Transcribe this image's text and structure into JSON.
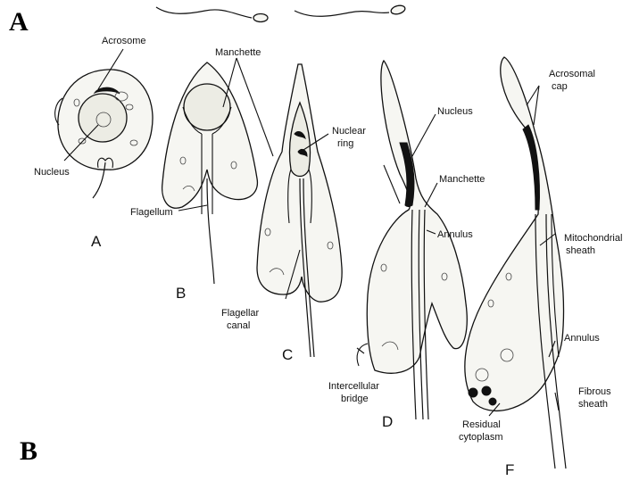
{
  "figure": {
    "panel_labels": [
      "A",
      "B"
    ],
    "stage_labels": [
      "A",
      "B",
      "C",
      "D",
      "F"
    ],
    "annotations": {
      "acrosome": "Acrosome",
      "nucleus_a": "Nucleus",
      "manchette_b": "Manchette",
      "flagellum": "Flagellum",
      "nuclear_ring_1": "Nuclear",
      "nuclear_ring_2": "ring",
      "flagellar_canal_1": "Flagellar",
      "flagellar_canal_2": "canal",
      "nucleus_d": "Nucleus",
      "manchette_d": "Manchette",
      "annulus_d": "Annulus",
      "intercellular_bridge_1": "Intercellular",
      "intercellular_bridge_2": "bridge",
      "acrosomal_cap_1": "Acrosomal",
      "acrosomal_cap_2": "cap",
      "mitochondrial_sheath_1": "Mitochondrial",
      "mitochondrial_sheath_2": "sheath",
      "annulus_f": "Annulus",
      "fibrous_sheath_1": "Fibrous",
      "fibrous_sheath_2": "sheath",
      "residual_cytoplasm_1": "Residual",
      "residual_cytoplasm_2": "cytoplasm"
    }
  }
}
